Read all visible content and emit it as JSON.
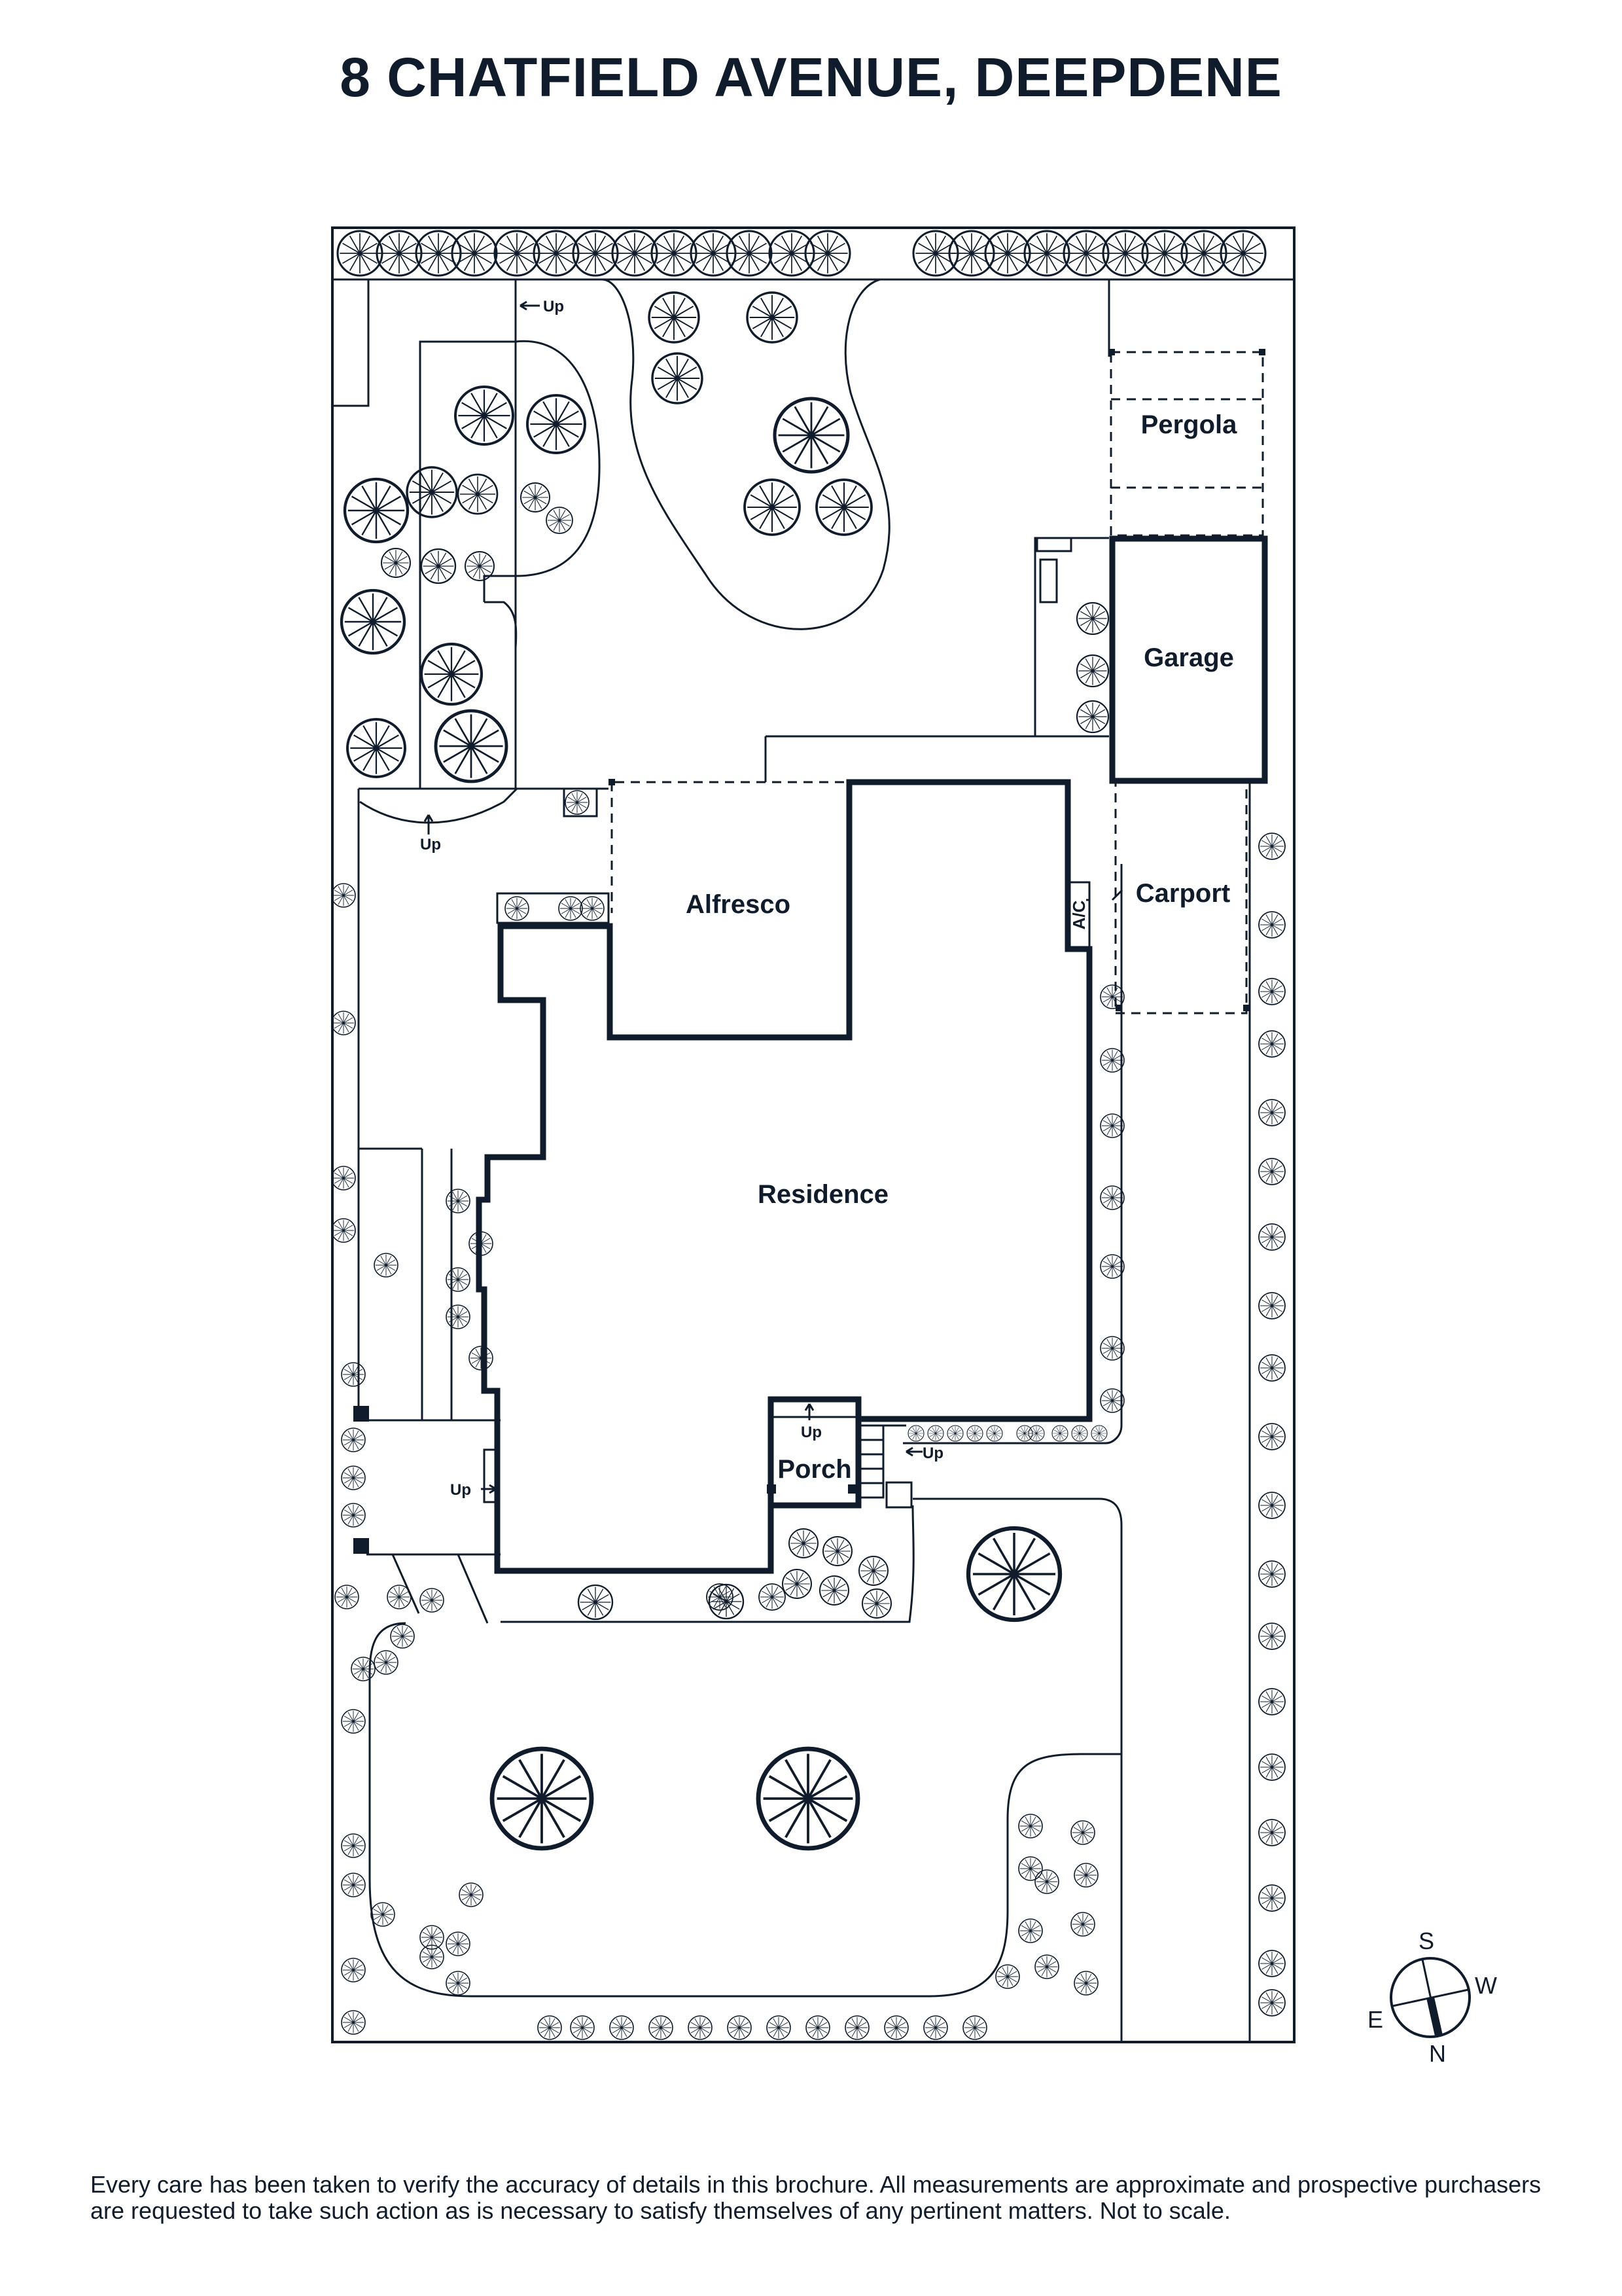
{
  "title": "8 CHATFIELD AVENUE, DEEPDENE",
  "rooms": {
    "pergola": "Pergola",
    "garage": "Garage",
    "alfresco": "Alfresco",
    "carport": "Carport",
    "ac": "A/C",
    "residence": "Residence",
    "porch": "Porch"
  },
  "step_labels": {
    "top_path": "Up",
    "garden_arch": "Up",
    "porch_inner": "Up",
    "porch_side": "Up",
    "west_gate": "Up"
  },
  "compass": {
    "north": "N",
    "south": "S",
    "east": "E",
    "west": "W"
  },
  "disclaimer": "Every care has been taken to verify the accuracy of details in this brochure. All measurements are approximate and prospective purchasers are requested to take such action as is necessary to satisfy themselves of any pertinent matters. Not to scale.",
  "colors": {
    "ink": "#101c2c",
    "background": "#ffffff"
  }
}
